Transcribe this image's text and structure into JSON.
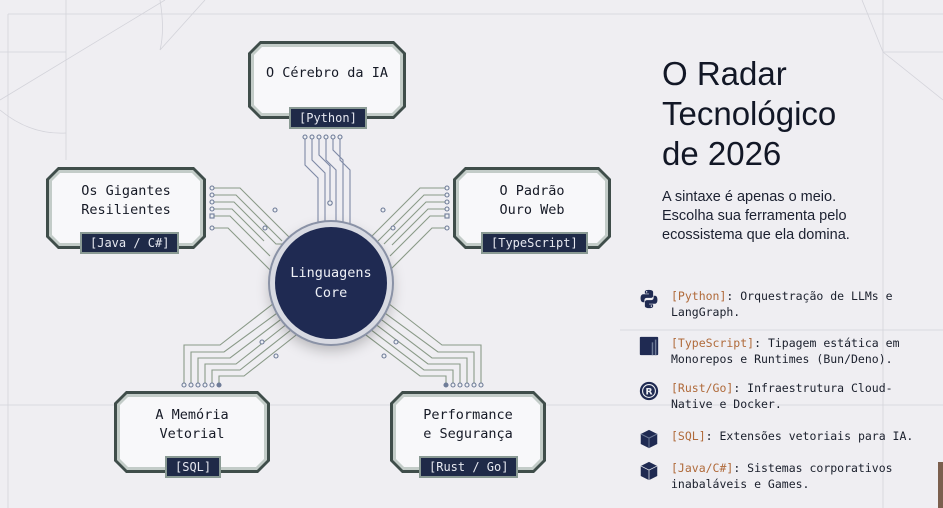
{
  "title": "O Radar\nTecnológico\nde 2026",
  "subtitle": "A sintaxe é apenas o meio.\nEscolha sua ferramenta pelo\necossistema que ela domina.",
  "core": {
    "label": "Linguagens\nCore"
  },
  "nodes": [
    {
      "id": "ia",
      "title": "O Cérebro da IA",
      "tag": "[Python]"
    },
    {
      "id": "enterprise",
      "title": "Os Gigantes\nResilientes",
      "tag": "[Java / C#]"
    },
    {
      "id": "web",
      "title": "O Padrão\nOuro Web",
      "tag": "[TypeScript]"
    },
    {
      "id": "vector",
      "title": "A Memória\nVetorial",
      "tag": "[SQL]"
    },
    {
      "id": "perf",
      "title": "Performance\ne Segurança",
      "tag": "[Rust / Go]"
    }
  ],
  "legend": [
    {
      "icon": "python-icon",
      "key": "[Python]",
      "text": ": Orquestração de LLMs e\nLangGraph."
    },
    {
      "icon": "typescript-icon",
      "key": "[TypeScript]",
      "text": ": Tipagem estática em\nMonorepos e Runtimes (Bun/Deno)."
    },
    {
      "icon": "rust-icon",
      "key": "[Rust/Go]",
      "text": ": Infraestrutura Cloud-\nNative e Docker."
    },
    {
      "icon": "database-cube-icon",
      "key": "[SQL]",
      "text": ": Extensões vetoriais para IA."
    },
    {
      "icon": "cube-icon",
      "key": "[Java/C#]",
      "text": ": Sistemas corporativos\ninabaláveis e Games."
    }
  ],
  "colors": {
    "background": "#efeef2",
    "navy": "#1f2a52",
    "accent_key": "#b06a3a",
    "frame": "#3f4d4a"
  }
}
